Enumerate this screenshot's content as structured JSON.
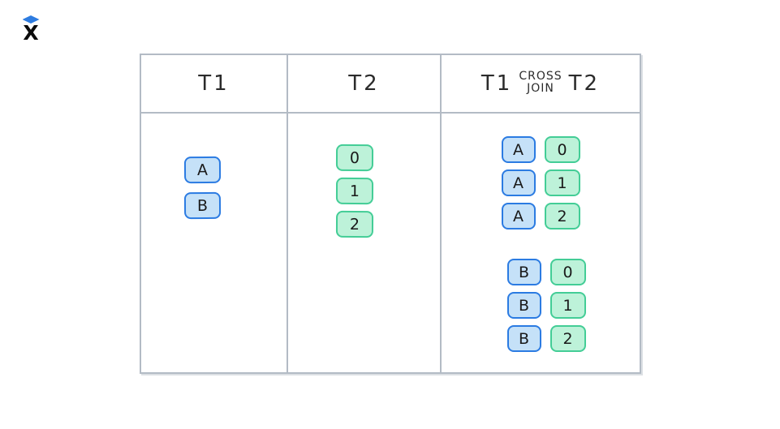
{
  "logo": {
    "letter": "X"
  },
  "table": {
    "header": {
      "t1": "T1",
      "t2": "T2",
      "cross": {
        "left": "T1",
        "op_top": "CROSS",
        "op_bottom": "JOIN",
        "right": "T2"
      }
    },
    "t1_rows": [
      "A",
      "B"
    ],
    "t2_rows": [
      "0",
      "1",
      "2"
    ],
    "cross_join": {
      "groups": [
        {
          "rows": [
            {
              "left": "A",
              "right": "0"
            },
            {
              "left": "A",
              "right": "1"
            },
            {
              "left": "A",
              "right": "2"
            }
          ]
        },
        {
          "rows": [
            {
              "left": "B",
              "right": "0"
            },
            {
              "left": "B",
              "right": "1"
            },
            {
              "left": "B",
              "right": "2"
            }
          ]
        }
      ]
    }
  },
  "colors": {
    "blue_fill": "#c5e1f8",
    "blue_border": "#2b7be2",
    "green_fill": "#bdf2d9",
    "green_border": "#43cd96",
    "table_border": "#b3bbc5",
    "logo_blue": "#2e7ce0",
    "ink": "#222222"
  }
}
